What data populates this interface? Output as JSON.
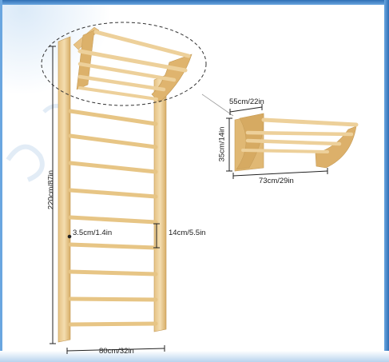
{
  "product": {
    "dimensions": {
      "height": "220cm/87in",
      "width": "80cm/32in",
      "rung_diameter": "3.5cm/1.4in",
      "rung_spacing": "14cm/5.5in"
    },
    "pullup_bar": {
      "depth": "55cm/22in",
      "height": "35cm/14in",
      "width": "73cm/29in"
    }
  },
  "colors": {
    "wood_light": "#f1d7a2",
    "wood_mid": "#e2bb76",
    "wood_dark": "#c9994f",
    "accent_border": "#2f6fb5",
    "dimension_line": "#222222"
  }
}
